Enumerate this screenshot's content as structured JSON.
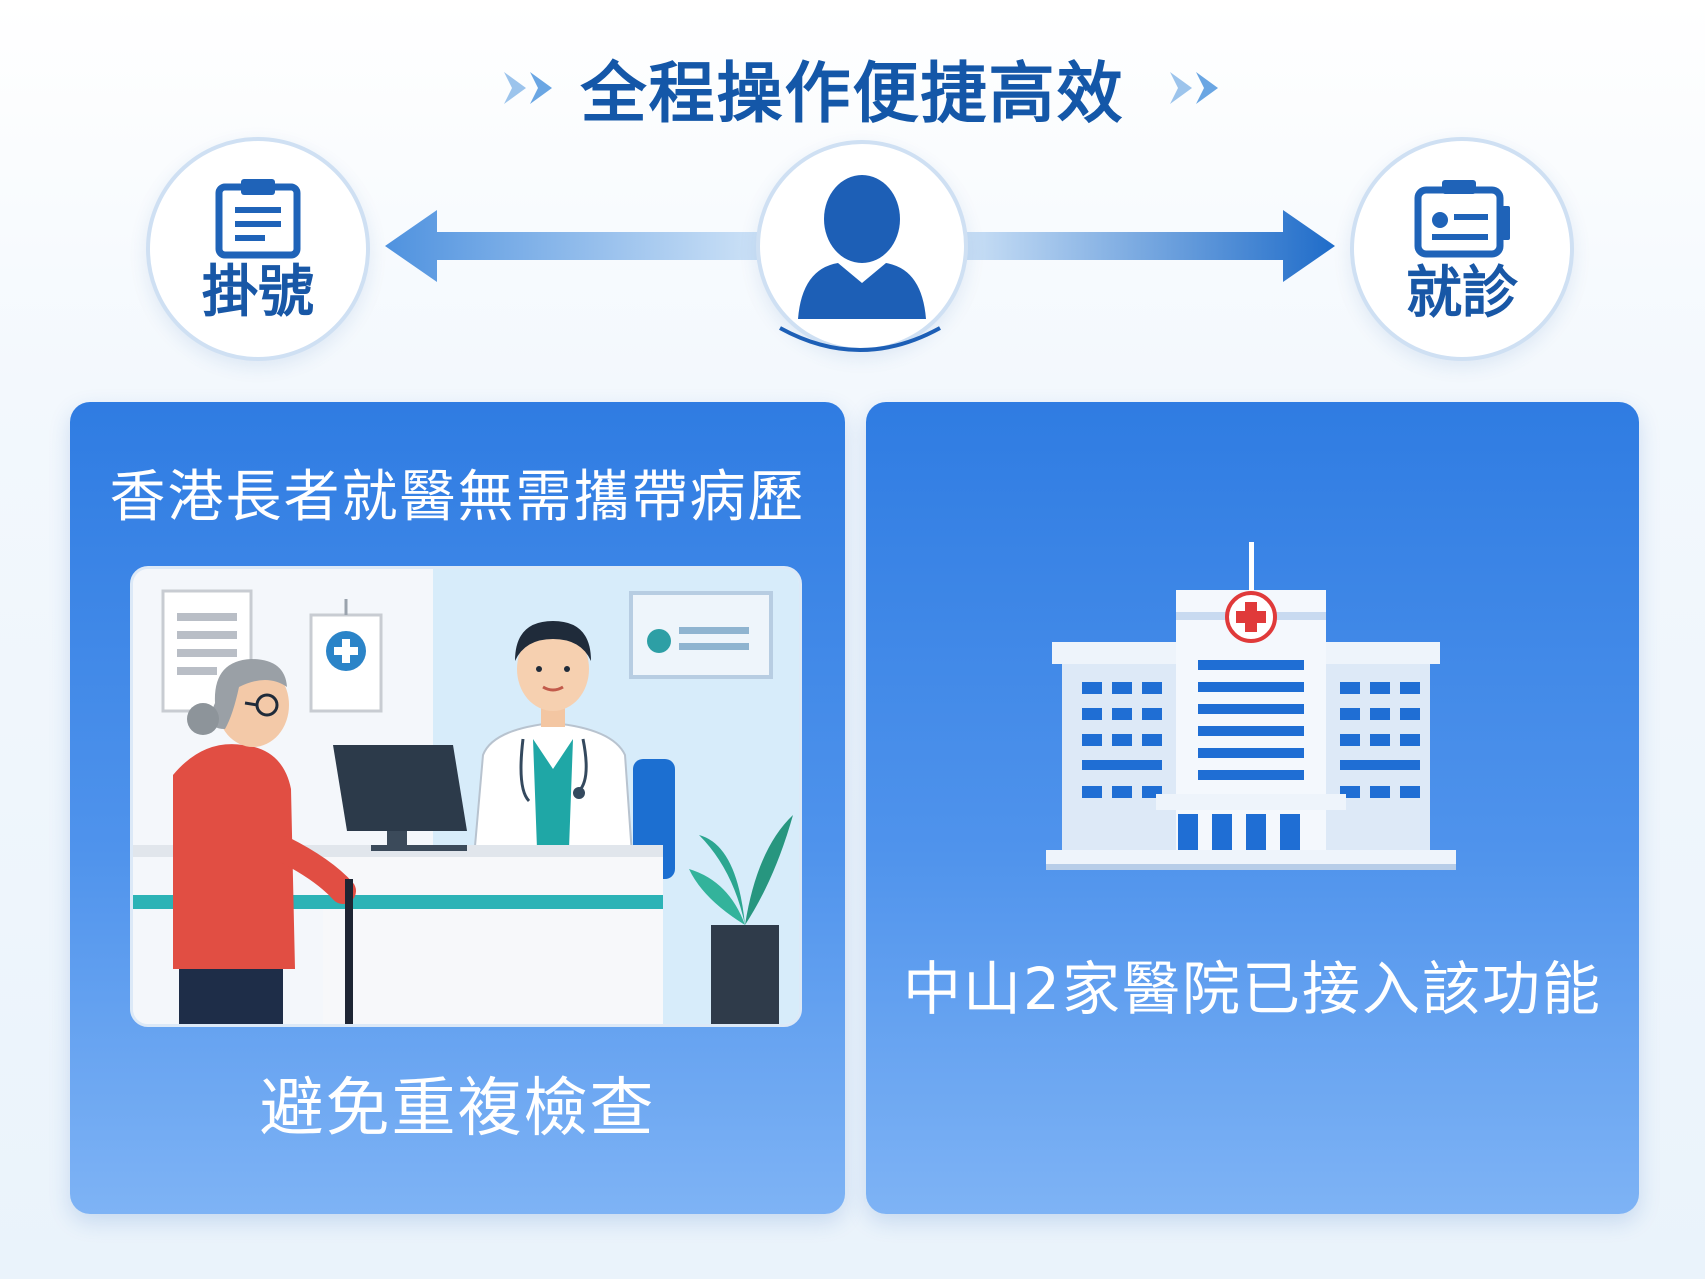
{
  "header": {
    "title": "全程操作便捷高效"
  },
  "flow": {
    "left_label": "掛號",
    "right_label": "就診"
  },
  "card_left": {
    "top_text": "香港長者就醫無需攜帶病歷",
    "bottom_text": "避免重複檢查"
  },
  "card_right": {
    "text": "中山2家醫院已接入該功能"
  },
  "colors": {
    "brand_blue": "#1457a8",
    "card_blue_top": "#2f7ce2",
    "card_blue_bottom": "#7eb3f5",
    "cross_red": "#e03a3a"
  },
  "icons": {
    "left": "clipboard-icon",
    "center": "user-icon",
    "right": "id-card-icon",
    "hospital": "hospital-building-icon"
  }
}
